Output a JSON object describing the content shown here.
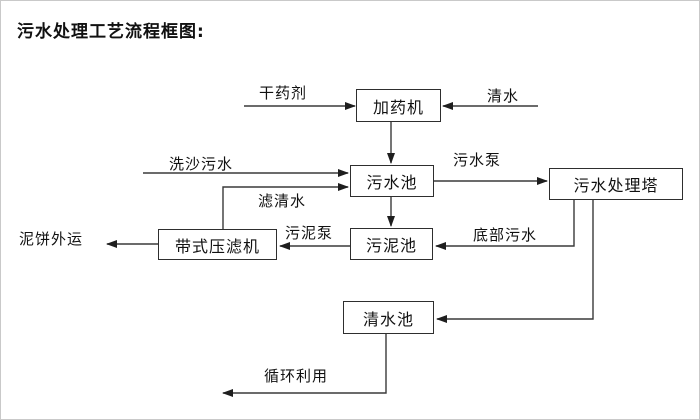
{
  "page": {
    "title": "污水处理工艺流程框图:"
  },
  "diagram": {
    "nodes": {
      "dosing_machine": "加药机",
      "sewage_pool": "污水池",
      "treatment_tower": "污水处理塔",
      "sludge_pool": "污泥池",
      "belt_filter_press": "带式压滤机",
      "clean_water_pool": "清水池"
    },
    "flow_labels": {
      "dry_chemical": "干药剂",
      "clean_water": "清水",
      "sand_washing_sewage": "洗沙污水",
      "sewage_pump": "污水泵",
      "filtered_water": "滤清水",
      "sludge_pump": "污泥泵",
      "bottom_sewage": "底部污水",
      "mud_cake_out": "泥饼外运",
      "recycling": "循环利用"
    },
    "colors": {
      "line": "#3a3a3a",
      "arrowhead": "#1e1e1e",
      "text": "#111111",
      "node_border": "#2e2e2e",
      "background": "#ffffff"
    }
  }
}
